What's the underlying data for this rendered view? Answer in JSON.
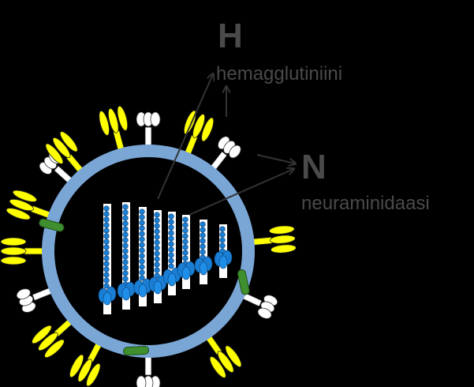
{
  "labels": {
    "h_letter": "H",
    "h_name": "hemagglutiniini",
    "n_letter": "N",
    "n_name": "neuraminidaasi"
  },
  "colors": {
    "background": "#000000",
    "envelope": "#7aa6d6",
    "hemagglutinin": "#ffff00",
    "neuraminidase": "#ffffff",
    "m2_channel": "#3f8f2f",
    "rna_segment": "#ffffff",
    "nucleoprotein": "#1a7fd4",
    "label_text": "#4a4a4a",
    "arrow": "#333333"
  },
  "icons": [
    "hemagglutinin-spike-icon",
    "neuraminidase-spike-icon",
    "m2-channel-icon",
    "rna-segment-icon"
  ]
}
